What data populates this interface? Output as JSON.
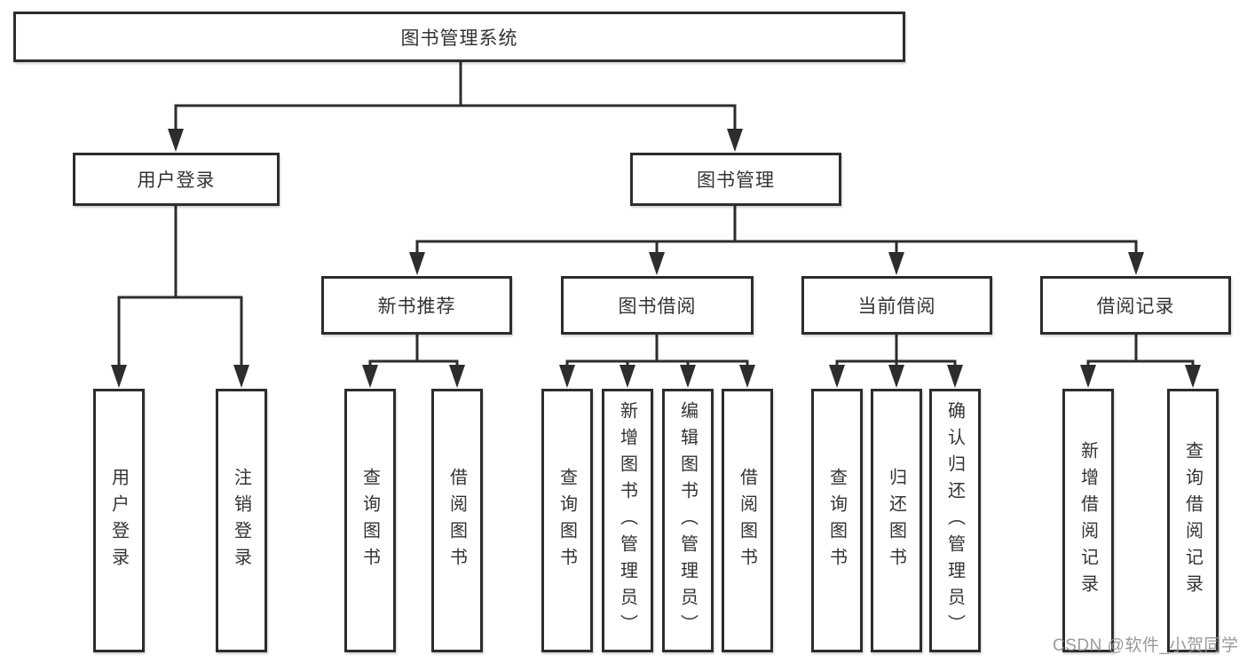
{
  "diagram": {
    "root": {
      "label": "图书管理系统"
    },
    "level2": {
      "user_login": {
        "label": "用户登录"
      },
      "book_management": {
        "label": "图书管理"
      }
    },
    "level3": {
      "new_book_recommend": {
        "label": "新书推荐"
      },
      "book_borrowing": {
        "label": "图书借阅"
      },
      "current_borrowing": {
        "label": "当前借阅"
      },
      "borrowing_records": {
        "label": "借阅记录"
      }
    },
    "leaves": {
      "user_login": [
        "用户登录",
        "注销登录"
      ],
      "new_book_recommend": [
        "查询图书",
        "借阅图书"
      ],
      "book_borrowing": [
        "查询图书",
        "新增图书（管理员）",
        "编辑图书（管理员）",
        "借阅图书"
      ],
      "current_borrowing": [
        "查询图书",
        "归还图书",
        "确认归还（管理员）"
      ],
      "borrowing_records": [
        "新增借阅记录",
        "查询借阅记录"
      ]
    }
  },
  "watermark": {
    "text": "CSDN @软件_小贺同学"
  },
  "colors": {
    "line": "#2d2d2d",
    "text": "#333333",
    "watermark": "#919191",
    "background": "#ffffff"
  }
}
